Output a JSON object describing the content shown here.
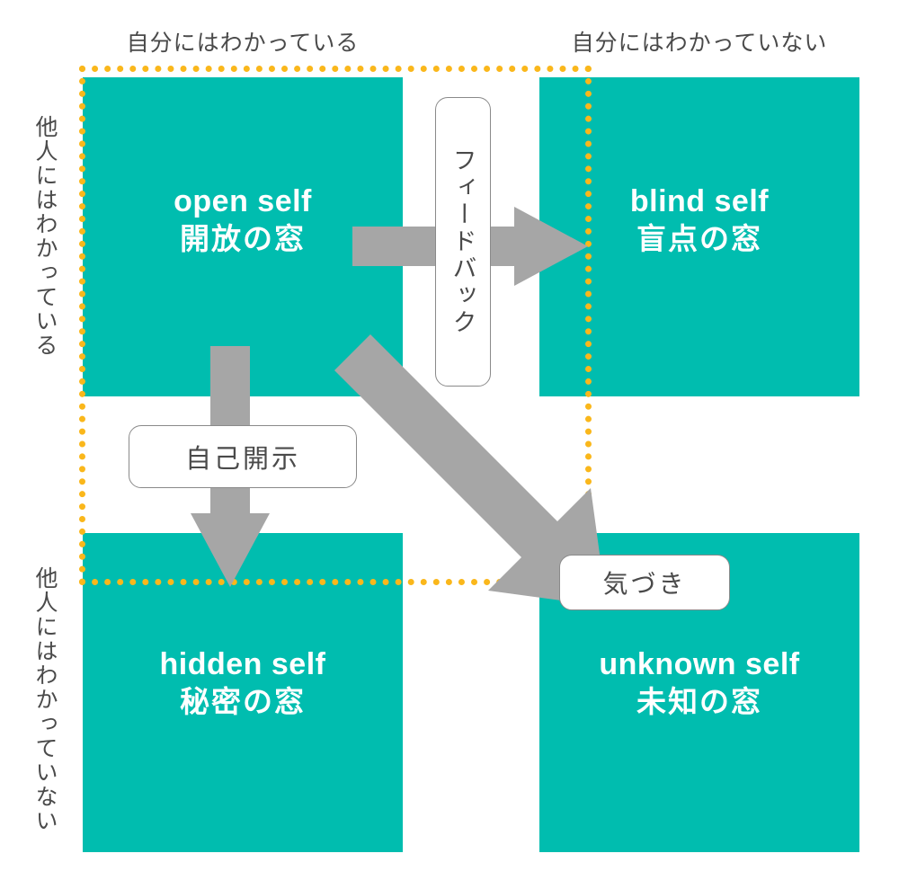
{
  "diagram": {
    "title": "Johari Window",
    "colors": {
      "teal": "#00BDAF",
      "orange": "#FAB71B",
      "arrow_gray": "#A6A6A6",
      "text_gray": "#4a4a4a",
      "panel_text": "#ffffff",
      "background": "#ffffff"
    }
  },
  "axes": {
    "top": {
      "known_to_self": "自分にはわかっている",
      "unknown_to_self": "自分にはわかっていない"
    },
    "left": {
      "known_to_others": "他人にはわかっている",
      "unknown_to_others": "他人にはわかっていない"
    }
  },
  "quadrants": [
    {
      "key": "open",
      "en": "open self",
      "jp": "開放の窓"
    },
    {
      "key": "blind",
      "en": "blind self",
      "jp": "盲点の窓"
    },
    {
      "key": "hidden",
      "en": "hidden self",
      "jp": "秘密の窓"
    },
    {
      "key": "unknown",
      "en": "unknown self",
      "jp": "未知の窓"
    }
  ],
  "callouts": {
    "feedback": "フィードバック",
    "self_disclosure": "自己開示",
    "awareness": "気づき"
  }
}
